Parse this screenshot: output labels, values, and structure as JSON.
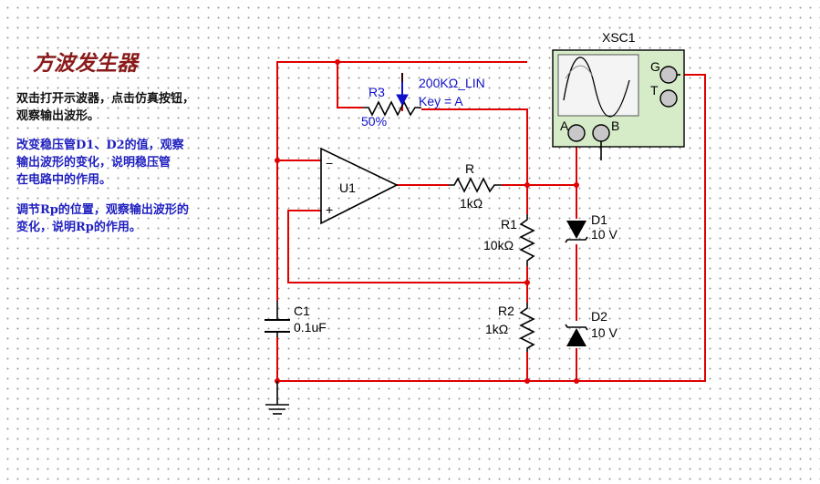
{
  "title": "方波发生器",
  "instructions": {
    "p1": "双击打开示波器，点击仿真按钮，\n观察输出波形。",
    "p2": "改变稳压管D1、D2的值，观察\n输出波形的变化，说明稳压管\n在电路中的作用。",
    "p3": "调节Rp的位置，观察输出波形的\n变化，说明Rp的作用。"
  },
  "colors": {
    "wire": "#e00000",
    "title": "#8b1a1a",
    "note": "#1f1fc0",
    "scope_body": "#d6ecc8",
    "scope_screen": "#f4f4f4"
  },
  "components": {
    "r3": {
      "name": "R3",
      "percent": "50%",
      "value": "200KΩ_LIN",
      "key": "Key = A"
    },
    "u1": {
      "name": "U1",
      "minus": "−",
      "plus": "+"
    },
    "r": {
      "name": "R",
      "value": "1kΩ"
    },
    "r1": {
      "name": "R1",
      "value": "10kΩ"
    },
    "r2": {
      "name": "R2",
      "value": "1kΩ"
    },
    "c1": {
      "name": "C1",
      "value": "0.1uF"
    },
    "d1": {
      "name": "D1",
      "value": "10 V"
    },
    "d2": {
      "name": "D2",
      "value": "10 V"
    },
    "xsc1": {
      "name": "XSC1",
      "g": "G",
      "t": "T",
      "a": "A",
      "b": "B"
    }
  }
}
